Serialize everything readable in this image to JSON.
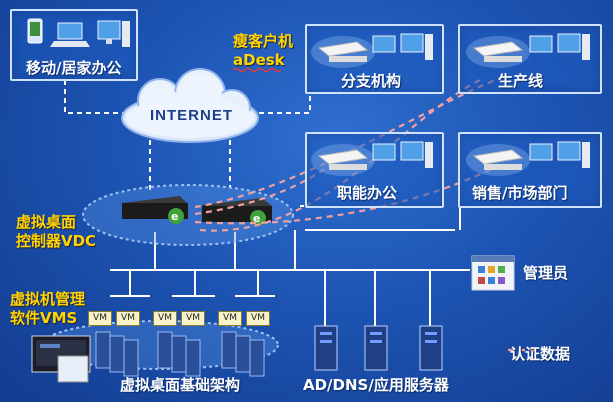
{
  "nodes": {
    "mobile_office": "移动/居家办公",
    "branch": "分支机构",
    "production": "生产线",
    "functional_office": "职能办公",
    "sales_market": "销售/市场部门",
    "internet": "INTERNET",
    "thin_client": "瘦客户机",
    "adesk": "aDesk",
    "vdc_line1": "虚拟桌面",
    "vdc_line2": "控制器VDC",
    "vms_line1": "虚拟机管理",
    "vms_line2": "软件VMS",
    "admin": "管理员",
    "infra": "虚拟桌面基础架构",
    "servers": "AD/DNS/应用服务器",
    "auth_data": "认证数据",
    "vm": "VM"
  },
  "colors": {
    "background": "#1d54b3",
    "callout": "#ffd400",
    "auth_line": "#f0a0a0",
    "box_border": "#cfe2ff"
  }
}
